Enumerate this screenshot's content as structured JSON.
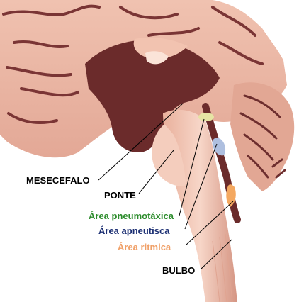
{
  "labels": {
    "mesencefalo": "MESECEFALO",
    "ponte": "PONTE",
    "pneumotaxica": "Área pneumotáxica",
    "apneutisca": "Área apneutisca",
    "ritmica": "Área ritmica",
    "bulbo": "BULBO"
  },
  "colors": {
    "tissue_light": "#f2c7b6",
    "tissue_mid": "#d99a86",
    "tissue_dark": "#6b2b2b",
    "pneumotaxica_area": "#e6e4a4",
    "apneutisca_area": "#aebfdf",
    "ritmica_area": "#f4a860",
    "label_pneumotaxica": "#2c8c2c",
    "label_apneutisca": "#1c2f73",
    "label_ritmica": "#f0a068"
  }
}
